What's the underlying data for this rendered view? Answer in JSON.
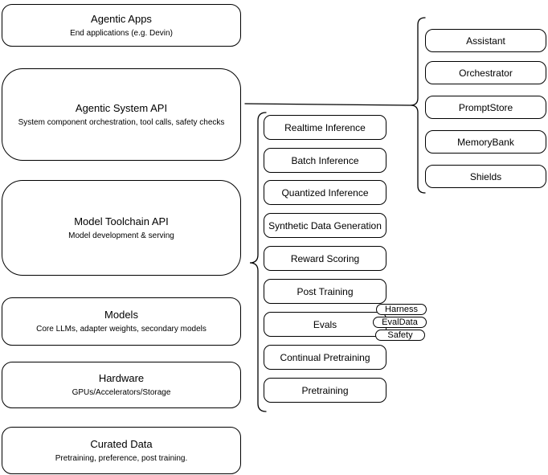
{
  "diagram": {
    "colors": {
      "stroke": "#000000",
      "background": "#ffffff",
      "text": "#000000"
    },
    "left_stack": [
      {
        "title": "Agentic Apps",
        "subtitle": "End applications (e.g. Devin)"
      },
      {
        "title": "Agentic System API",
        "subtitle": "System component orchestration, tool calls, safety checks"
      },
      {
        "title": "Model Toolchain API",
        "subtitle": "Model development & serving"
      },
      {
        "title": "Models",
        "subtitle": "Core LLMs, adapter weights, secondary models"
      },
      {
        "title": "Hardware",
        "subtitle": "GPUs/Accelerators/Storage"
      },
      {
        "title": "Curated Data",
        "subtitle": "Pretraining, preference, post training."
      }
    ],
    "toolchain_services": [
      "Realtime Inference",
      "Batch Inference",
      "Quantized Inference",
      "Synthetic Data Generation",
      "Reward Scoring",
      "Post Training",
      "Evals",
      "Continual Pretraining",
      "Pretraining"
    ],
    "eval_tags": [
      "Harness",
      "EvalData",
      "Safety"
    ],
    "system_components": [
      "Assistant",
      "Orchestrator",
      "PromptStore",
      "MemoryBank",
      "Shields"
    ]
  }
}
